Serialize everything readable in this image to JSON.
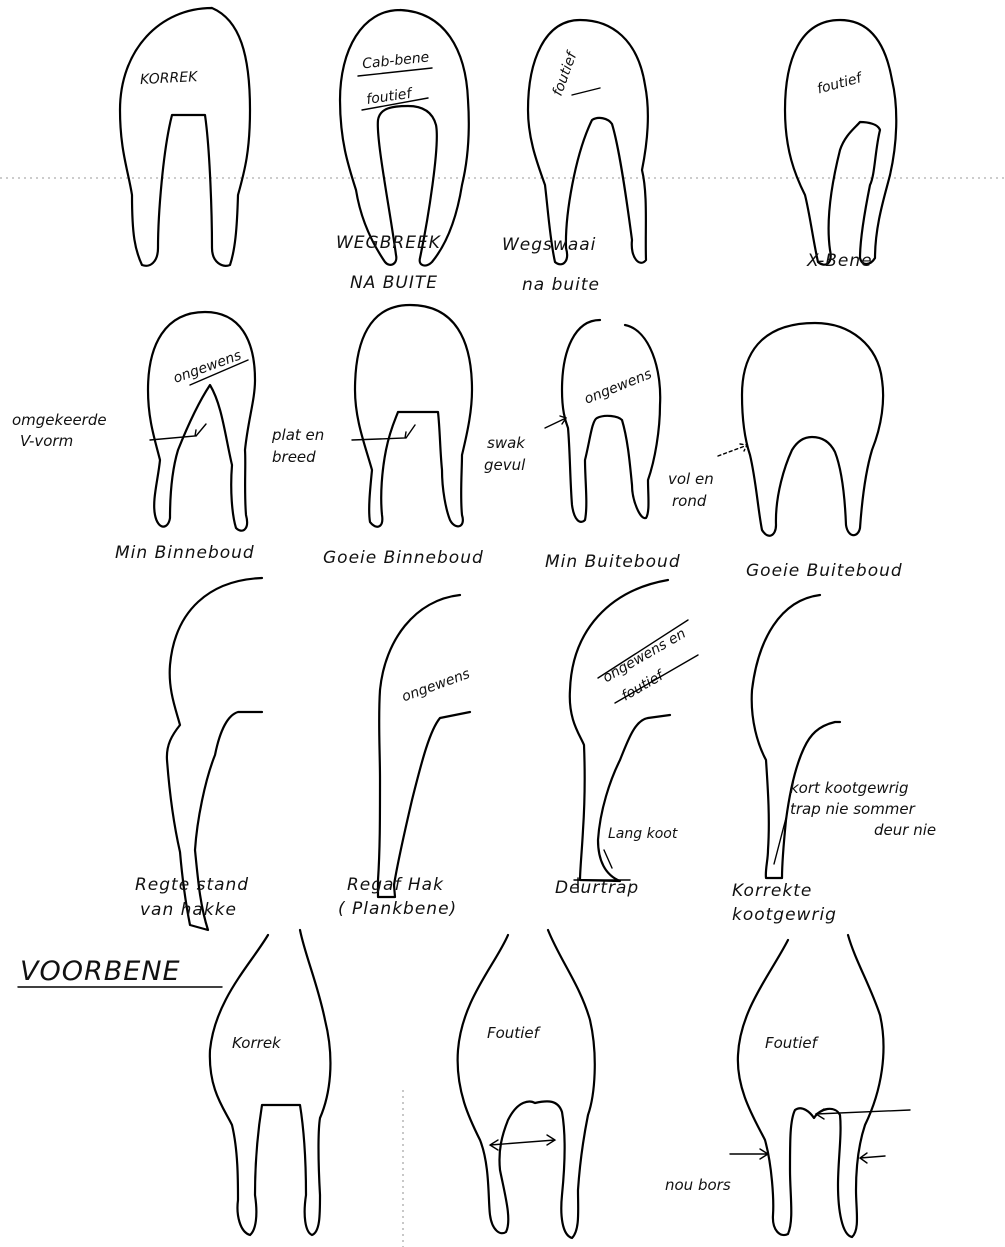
{
  "row1": {
    "correct": {
      "inside": "KORREK"
    },
    "bow_out": {
      "inside_top": "Cab-bene",
      "inside_bottom": "foutief",
      "caption_1": "WEGBREEK",
      "caption_2": "NA BUITE"
    },
    "swing_out": {
      "inside": "foutief",
      "caption_1": "Wegswaai",
      "caption_2": "na buite"
    },
    "x_legs": {
      "inside": "foutief",
      "caption_1": "X-Bene"
    }
  },
  "row2": {
    "min_binneboud": {
      "inside": "ongewens",
      "side_1": "omgekeerde",
      "side_2": "V-vorm",
      "caption": "Min Binneboud"
    },
    "goeie_binneboud": {
      "side_1": "plat en",
      "side_2": "breed",
      "caption": "Goeie Binneboud"
    },
    "min_buiteboud": {
      "inside": "ongewens",
      "side_1": "swak",
      "side_2": "gevul",
      "caption": "Min Buiteboud"
    },
    "goeie_buiteboud": {
      "side_1": "vol en",
      "side_2": "rond",
      "caption": "Goeie Buiteboud"
    }
  },
  "row3": {
    "regte_stand": {
      "caption_1": "Regte stand",
      "caption_2": "van hakke"
    },
    "reguit_hak": {
      "inside": "ongewens",
      "caption_1": "Regaf Hak",
      "caption_2": "( Plankbene)"
    },
    "deurtrap": {
      "inside_1": "ongewens en",
      "inside_2": "foutief",
      "note": "Lang koot",
      "caption": "Deurtrap"
    },
    "korrekte": {
      "note_1": "kort kootgewrig",
      "note_2": "trap nie sommer",
      "note_3": "deur nie",
      "caption_1": "Korrekte",
      "caption_2": "kootgewrig"
    }
  },
  "row4": {
    "heading": "VOORBENE",
    "correct": {
      "inside": "Korrek"
    },
    "wide": {
      "inside": "Foutief"
    },
    "narrow": {
      "inside": "Foutief",
      "note": "nou bors"
    }
  }
}
